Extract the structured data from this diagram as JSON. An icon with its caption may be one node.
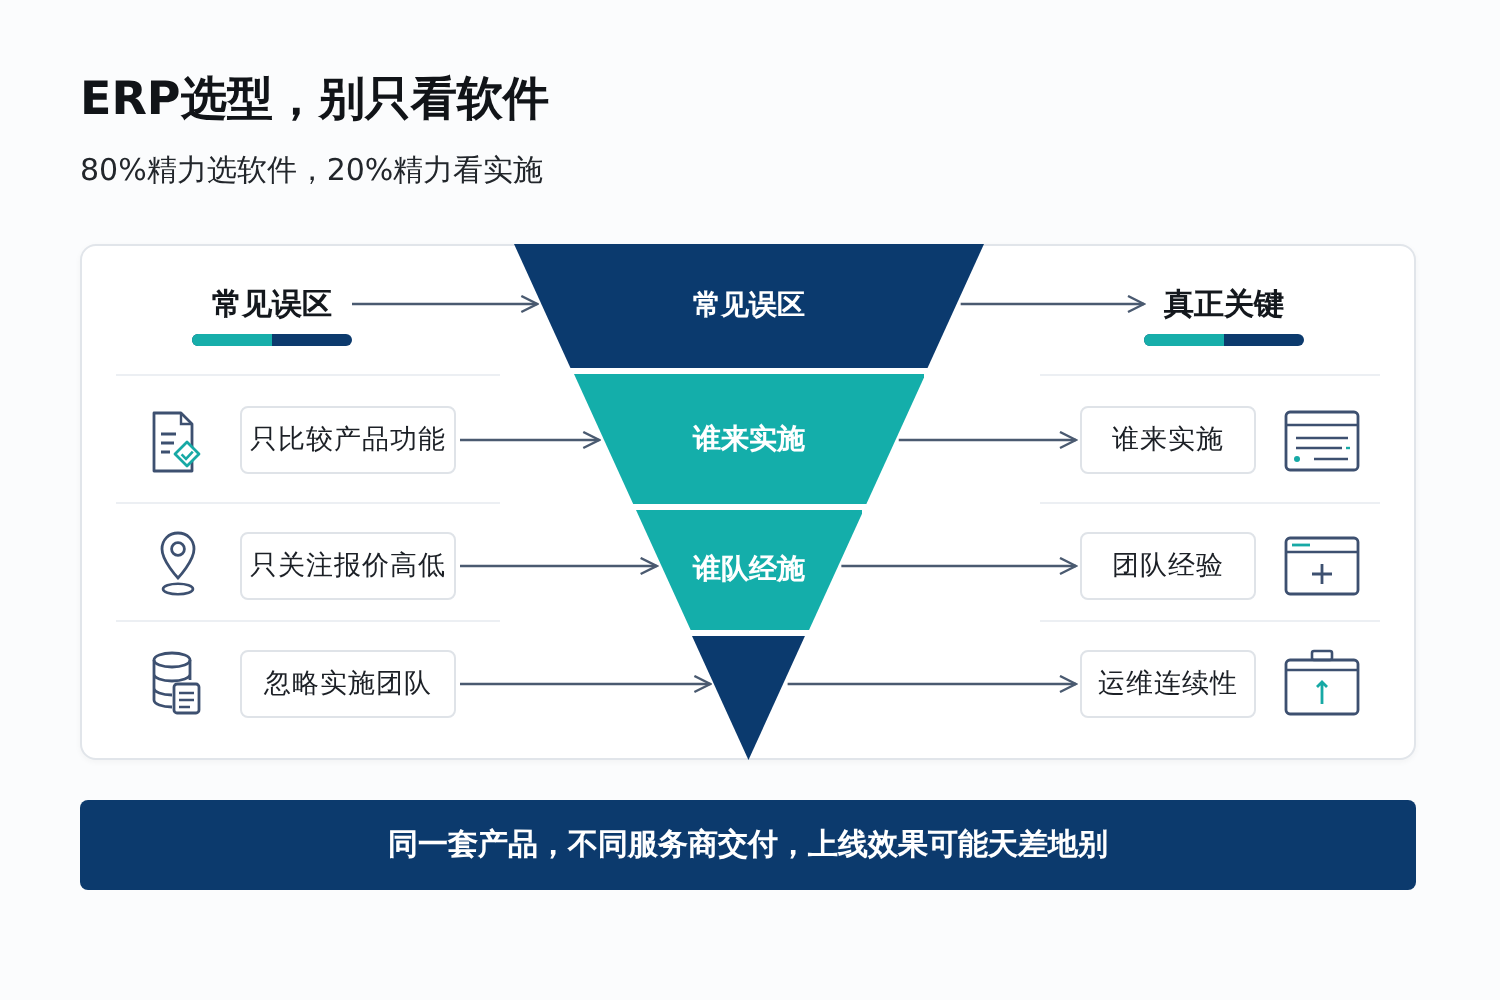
{
  "diagram": {
    "title": "ERP选型，别只看软件",
    "nodes": [
      {
        "text": [
          "常见误区"
        ]
      },
      {
        "text": [
          "常见误区"
        ]
      },
      {
        "text": [
          "真正关键"
        ]
      },
      {
        "text": [
          "只比较产品功能"
        ]
      },
      {
        "text": [
          "谁来实施"
        ]
      },
      {
        "text": [
          "谁来实施"
        ]
      },
      {
        "text": [
          "只关注报价高低"
        ]
      },
      {
        "text": [
          "谁队经施"
        ]
      },
      {
        "text": [
          "团队经验"
        ]
      },
      {
        "text": [
          "忽略实施团队"
        ]
      },
      {
        "text": [],
        "shape": "triangle"
      },
      {
        "text": [
          "运维连续性"
        ]
      },
      {
        "text": [
          "同一套产品，不同服务商交付，上线效果可能天差地别"
        ]
      }
    ],
    "edges": [
      {
        "from": 0,
        "to": 1,
        "arrow": "to"
      },
      {
        "from": 1,
        "to": 2,
        "arrow": "to"
      },
      {
        "from": 3,
        "to": 4,
        "arrow": "to"
      },
      {
        "from": 4,
        "to": 5,
        "arrow": "to"
      },
      {
        "from": 6,
        "to": 7,
        "arrow": "to"
      },
      {
        "from": 7,
        "to": 8,
        "arrow": "to"
      },
      {
        "from": 9,
        "to": 10,
        "arrow": "to"
      },
      {
        "from": 10,
        "to": 11,
        "arrow": "to"
      }
    ],
    "labels": [
      "80%精力选软件，20%精力看实施"
    ]
  }
}
